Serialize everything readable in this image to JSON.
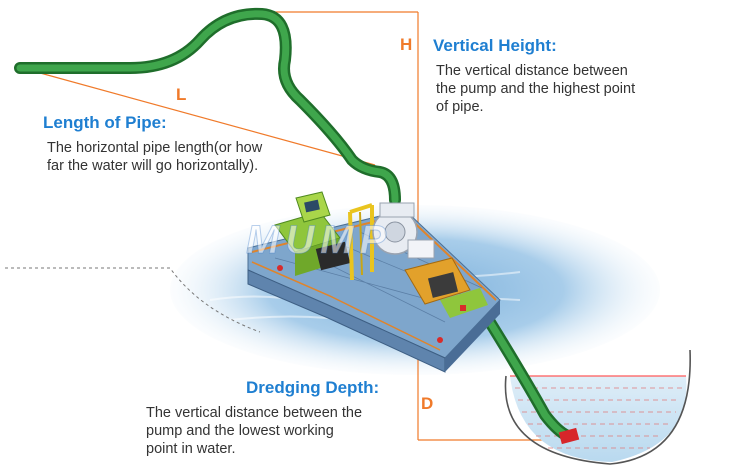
{
  "labels": {
    "h": "H",
    "l": "L",
    "d": "D"
  },
  "vertical_height": {
    "title": "Vertical Height:",
    "lines": [
      "The vertical distance between",
      "the pump and the highest point",
      "of pipe."
    ]
  },
  "length_of_pipe": {
    "title": "Length of Pipe:",
    "lines": [
      "The horizontal pipe length(or how",
      "far the water will go horizontally)."
    ]
  },
  "dredging_depth": {
    "title": "Dredging Depth:",
    "lines": [
      "The vertical distance between the",
      "pump and the lowest working",
      "point in water."
    ]
  },
  "watermark": "MUMP",
  "colors": {
    "pipe": "#2e8b3a",
    "guide": "#f07a2a",
    "title": "#1f7fd1",
    "text": "#333333",
    "water_top": "#ff5a5a"
  }
}
